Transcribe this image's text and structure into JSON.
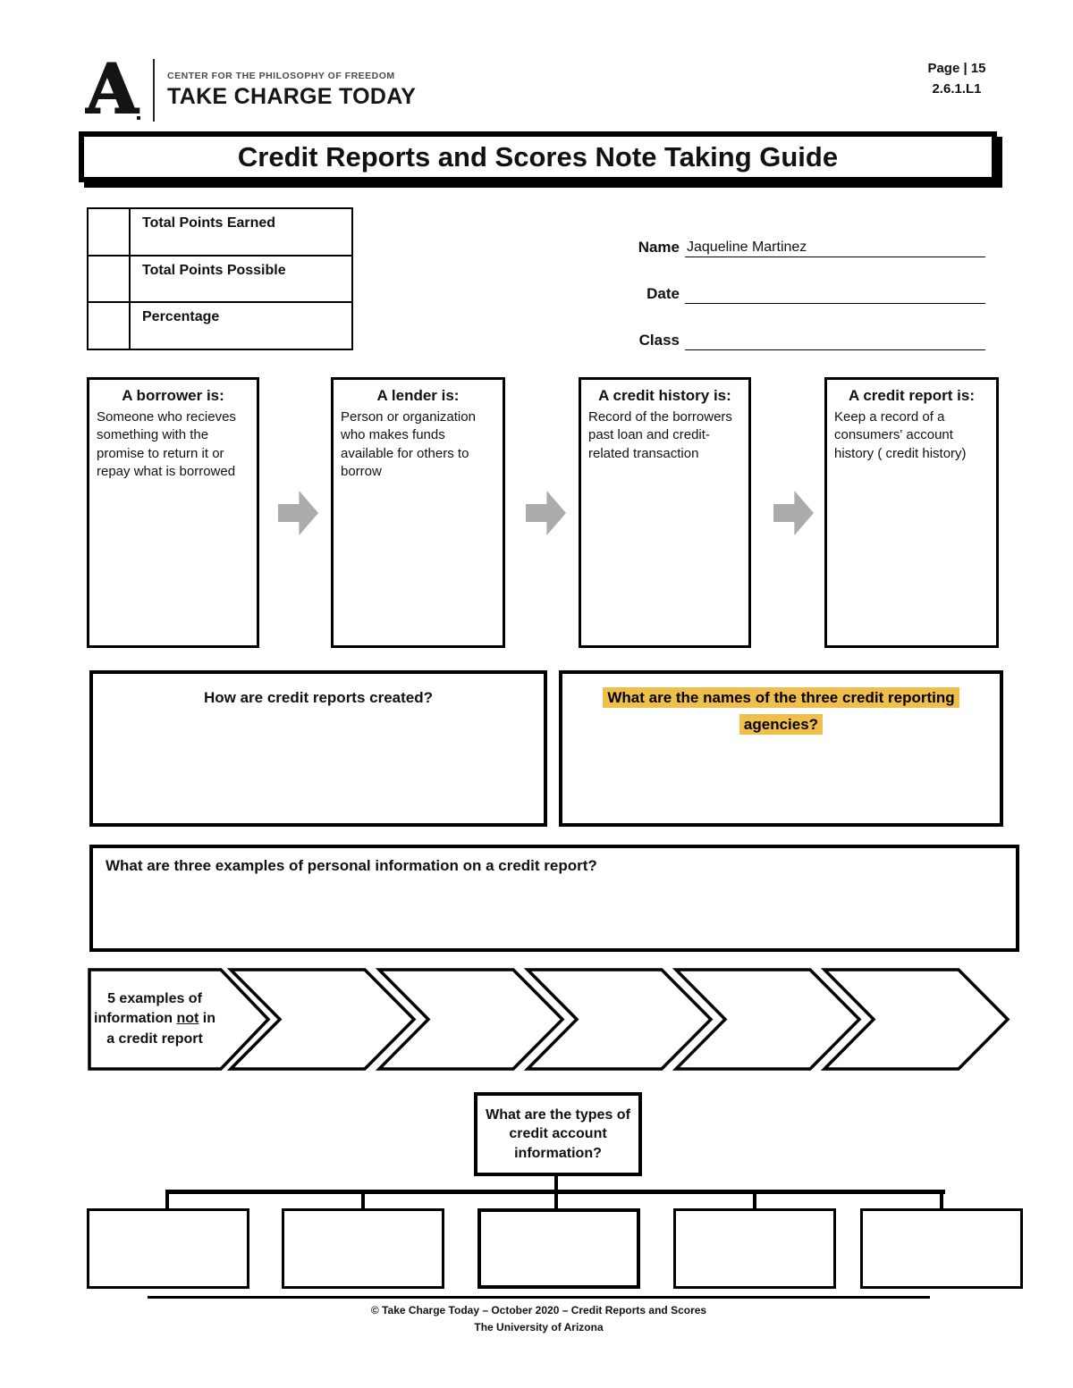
{
  "header": {
    "logo_letter": "A",
    "logo_subtitle": "CENTER FOR THE PHILOSOPHY OF FREEDOM",
    "logo_title": "TAKE CHARGE TODAY",
    "page_label": "Page | 15",
    "lesson_code": "2.6.1.L1"
  },
  "title": "Credit Reports and Scores Note Taking Guide",
  "points_table": {
    "rows": [
      {
        "label": "Total Points Earned",
        "value": ""
      },
      {
        "label": "Total Points Possible",
        "value": ""
      },
      {
        "label": "Percentage",
        "value": ""
      }
    ]
  },
  "student_info": {
    "name_label": "Name",
    "name_value": "Jaqueline Martinez",
    "date_label": "Date",
    "date_value": "",
    "class_label": "Class",
    "class_value": ""
  },
  "definitions": [
    {
      "heading": "A borrower is:",
      "answer": "Someone who recieves something with the promise to return it or repay what is borrowed"
    },
    {
      "heading": "A lender is:",
      "answer": "Person or organization who makes funds available for others to borrow"
    },
    {
      "heading": "A credit history is:",
      "answer": "Record of the borrowers past loan and credit-related transaction"
    },
    {
      "heading": "A credit report is:",
      "answer": "Keep a record of a consumers' account history ( credit history)"
    }
  ],
  "questions": {
    "left": "How are credit reports created?",
    "right": "What are the names of the three credit reporting agencies?",
    "highlight_color": "#F0BE4B"
  },
  "personal_info_question": "What are three examples of personal information on a credit report?",
  "chevron_section": {
    "label_pre": "5 examples of information ",
    "label_underlined": "not",
    "label_post": " in a credit report",
    "chevron_count": 5
  },
  "account_types_question": "What are the types of credit account information?",
  "footer": {
    "line1": "© Take Charge Today – October 2020 – Credit Reports and Scores",
    "line2": "The University of Arizona"
  }
}
